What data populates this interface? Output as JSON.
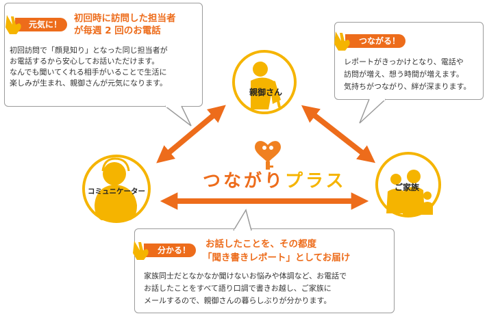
{
  "colors": {
    "accent": "#ed6c1b",
    "figure": "#f5b400",
    "node_ring": "#f5b400",
    "key": "#f08020"
  },
  "nodes": {
    "parent": "親御さん",
    "communicator": "コミュニケーター",
    "family": "ご家族"
  },
  "brand": {
    "part1": "つながり",
    "part2": "プラス"
  },
  "card_top_left": {
    "tag": "元気に！",
    "headline_1": "初回時に訪問した担当者",
    "headline_2": "が毎週 2 回のお電話",
    "line_1": "初回訪問で「顔見知り」となった同じ担当者が",
    "line_2": "お電話するから安心してお話いただけます。",
    "line_3": "なんでも聞いてくれる相手がいることで生活に",
    "line_4": "楽しみが生まれ、親御さんが元気になります。"
  },
  "card_top_right": {
    "tag": "つながる！",
    "line_1": "レポートがきっかけとなり、電話や",
    "line_2": "訪問が増え、想う時間が増えます。",
    "line_3": "気持ちがつながり、絆が深まります。"
  },
  "card_bottom": {
    "tag": "分かる！",
    "headline_1": "お話したことを、その都度",
    "headline_2": "「聞き書きレポート」としてお届け",
    "line_1": "家族同士だとなかなか聞けないお悩みや体調など、お電話で",
    "line_2": "お話したことをすべて語り口調で書きお越し、ご家族に",
    "line_3": "メールするので、親御さんの暮らしぶりが分かります。"
  }
}
